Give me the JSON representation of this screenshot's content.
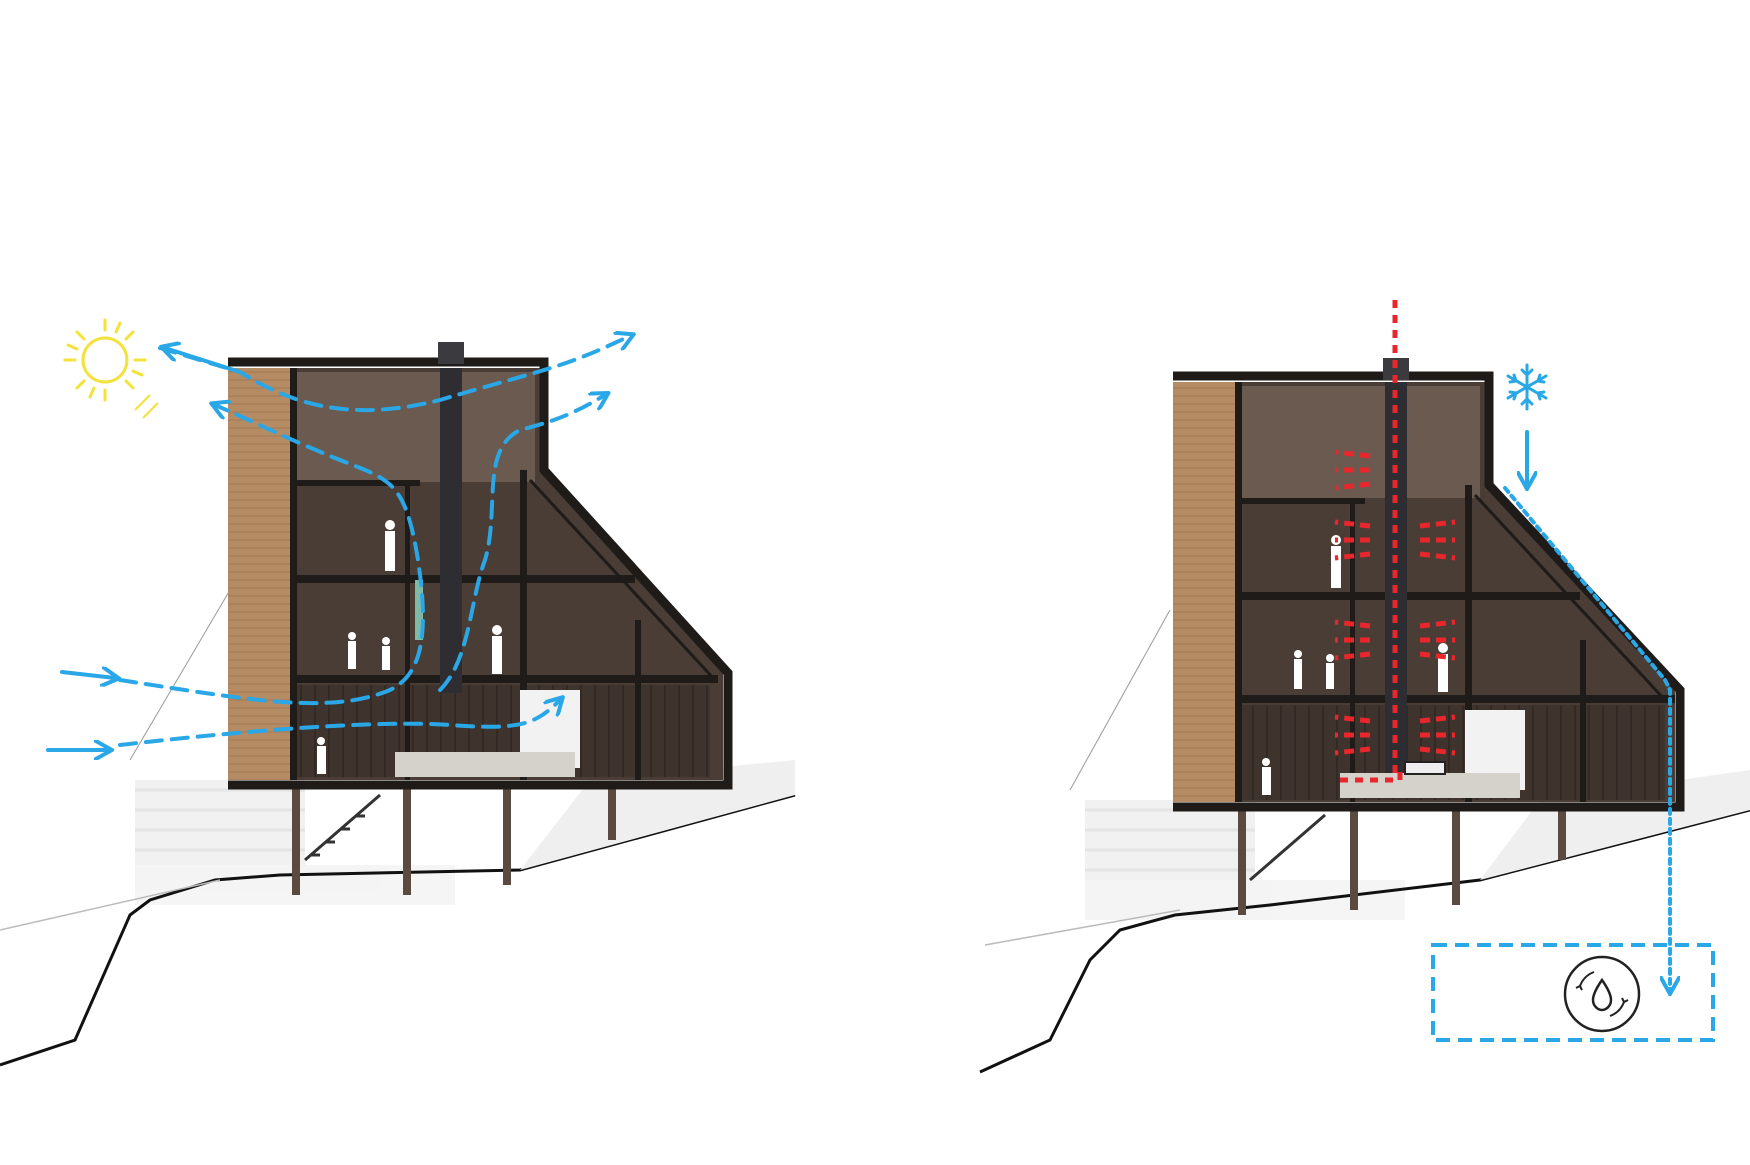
{
  "colors": {
    "airflow": "#2aa7e6",
    "heat": "#e8262b",
    "sun": "#f3e23a",
    "wall_dark": "#1f1b18",
    "interior": "#4a3d35",
    "interior_light": "#6b5a4f",
    "timber": "#b58b63",
    "ground": "#111111",
    "shadow": "#d9d9d9"
  },
  "panels": [
    {
      "key": "summer",
      "climate_icon": "sun-icon",
      "flows": "cross-ventilation"
    },
    {
      "key": "winter",
      "climate_icon": "snowflake-icon",
      "flows": "radiant-heating-and-rainwater-collection"
    }
  ],
  "icons": {
    "sun": "sun-icon",
    "snow": "snowflake-icon",
    "water_tank": "water-drop-cycle-icon"
  }
}
